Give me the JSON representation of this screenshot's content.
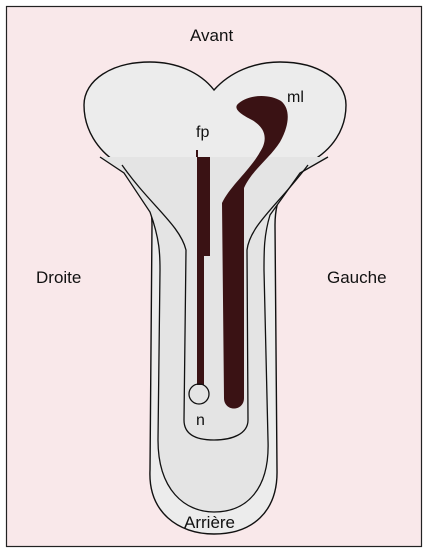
{
  "labels": {
    "front": "Avant",
    "back": "Arrière",
    "right": "Droite",
    "left": "Gauche",
    "fp": "fp",
    "ml": "ml",
    "n": "n"
  },
  "colors": {
    "background": "#f9e8ea",
    "outer_layer": "#ececec",
    "inner_layer": "#e4e4e4",
    "structure": "#3a1214",
    "outline": "#111111",
    "frame": "#222222"
  }
}
